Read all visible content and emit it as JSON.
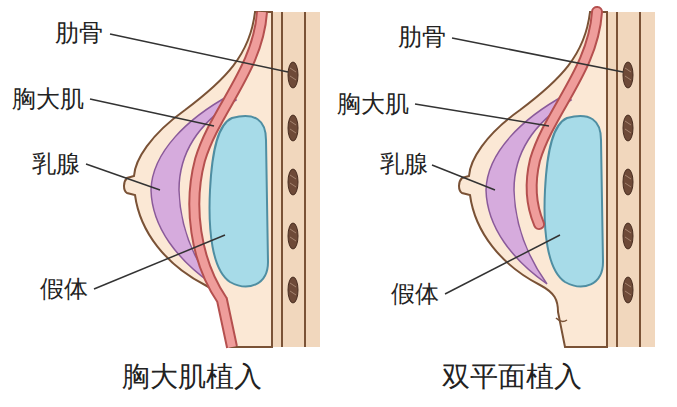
{
  "diagram": {
    "labels": [
      "肋骨",
      "胸大肌",
      "乳腺",
      "假体",
      "胸大肌植入",
      "肋骨",
      "胸大肌",
      "乳腺",
      "假体",
      "双平面植入"
    ]
  }
}
